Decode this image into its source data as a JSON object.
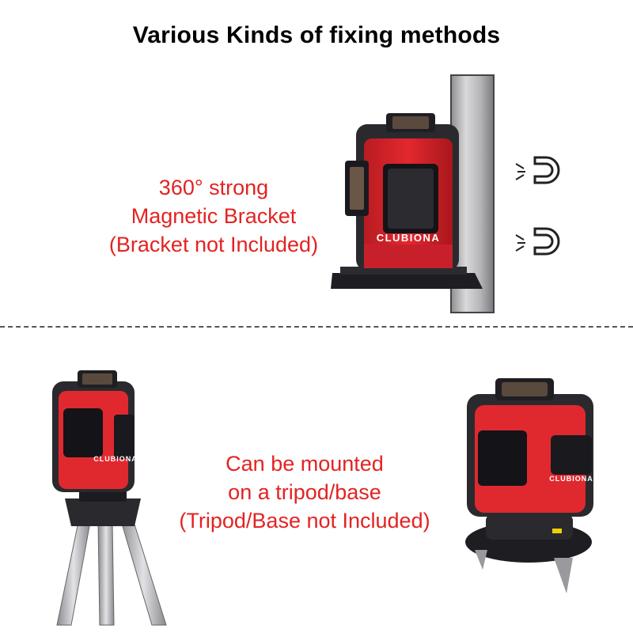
{
  "title": "Various Kinds of fixing methods",
  "magnetic_caption": {
    "line1": "360° strong",
    "line2": "Magnetic Bracket",
    "line3": "(Bracket not Included)"
  },
  "tripod_caption": {
    "line1": "Can be mounted",
    "line2": "on a tripod/base",
    "line3": "(Tripod/Base not Included)"
  },
  "brand_label": "CLUBIONA",
  "colors": {
    "accent_red": "#e32322",
    "body_red": "#d8262b",
    "body_dark": "#2a2a2e",
    "pole_gray": "#b9b9bd"
  }
}
